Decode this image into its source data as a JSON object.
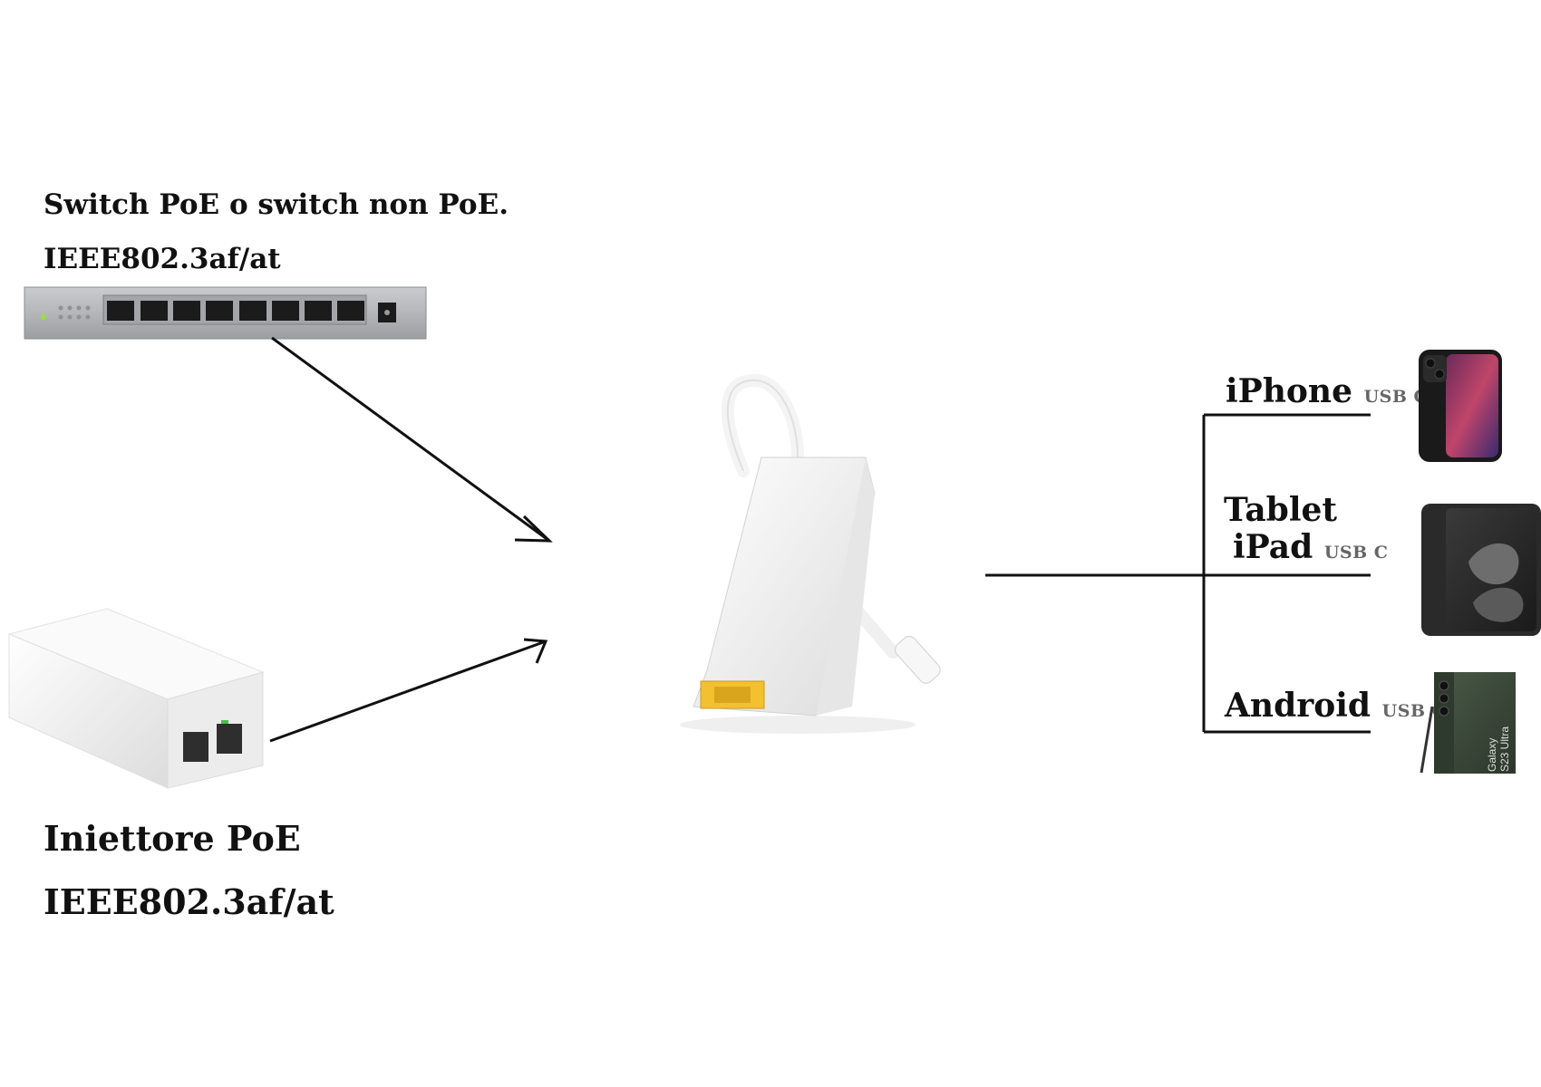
{
  "switch": {
    "line1": "Switch PoE o switch non PoE.",
    "line2": "IEEE802.3af/at"
  },
  "injector": {
    "line1": "Iniettore PoE",
    "line2": "IEEE802.3af/at"
  },
  "devices": [
    {
      "name": "iPhone",
      "connector": "USB C"
    },
    {
      "name_line1": "Tablet",
      "name_line2": "iPad",
      "connector": "USB C"
    },
    {
      "name": "Android",
      "connector": "USB C"
    }
  ],
  "phone_label_line1": "Galaxy",
  "phone_label_line2": "S23 Ultra",
  "colors": {
    "line": "#111111",
    "device_white": "#f2f2f2",
    "switch_grey": "#b5b7ba",
    "rj45_yellow": "#f3c130"
  }
}
